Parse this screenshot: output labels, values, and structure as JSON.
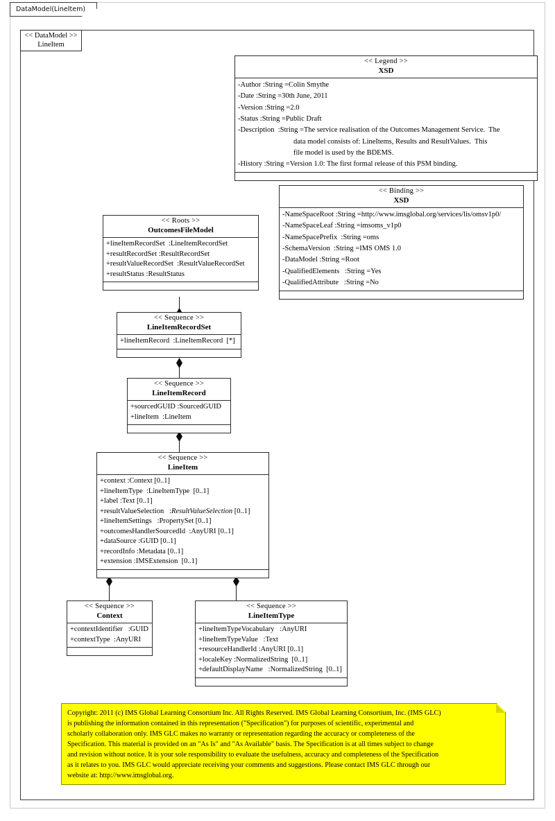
{
  "frame": {
    "tab_label": "DataModel(LineItem)",
    "datamodel": {
      "stereotype": "<< DataModel >>",
      "name": "LineItem"
    }
  },
  "classes": [
    {
      "id": "legend",
      "stereotype": "<< Legend >>",
      "name": "XSD",
      "attributes": [
        "-Author :String =Colin Smythe",
        "-Date :String =30th June, 2011",
        "-Version :String =2.0",
        "-Status :String =Public Draft",
        "-Description  :String =The service realisation of the Outcomes Management Service.  The",
        "data model consists of: LineItems, Results and ResultValues.  This",
        "file model is used by the BDEMS.",
        "-History :String =Version 1.0: The first formal release of this PSM binding."
      ],
      "operations": []
    },
    {
      "id": "binding",
      "stereotype": "<< Binding  >>",
      "name": "XSD",
      "attributes": [
        "-NameSpaceRoot :String =http://www.imsglobal.org/services/lis/omsv1p0/",
        "-NameSpaceLeaf :String =imsoms_v1p0",
        "-NameSpacePrefix  :String =oms",
        "-SchemaVersion  :String =IMS OMS 1.0",
        "-DataModel :String =Root",
        "-QualifiedElements   :String =Yes",
        "-QualifiedAttribute   :String =No"
      ],
      "operations": []
    },
    {
      "id": "roots",
      "stereotype": "<< Roots >>",
      "name": "OutcomesFileModel",
      "attributes": [
        "+lineItemRecordSet  :LineItemRecordSet",
        "+resultRecordSet :ResultRecordSet",
        "+resultValueRecordSet  :ResultValueRecordSet",
        "+resultStatus :ResultStatus"
      ],
      "operations": []
    },
    {
      "id": "lineItemRecordSet",
      "stereotype": "<< Sequence >>",
      "name": "LineItemRecordSet",
      "attributes": [
        "+lineItemRecord  :LineItemRecord  [*]"
      ],
      "operations": []
    },
    {
      "id": "lineItemRecord",
      "stereotype": "<< Sequence >>",
      "name": "LineItemRecord",
      "attributes": [
        "+sourcedGUID :SourcedGUID",
        "+lineItem  :LineItem"
      ],
      "operations": []
    },
    {
      "id": "lineItem",
      "stereotype": "<< Sequence >>",
      "name": "LineItem",
      "attributes": [
        "+context :Context [0..1]",
        "+lineItemType  :LineItemType  [0..1]",
        "+label :Text [0..1]",
        "+resultValueSelection   :ResultValueSelection [0..1]",
        "+lineItemSettings   :PropertySet [0..1]",
        "+outcomesHandlerSourcedId  :AnyURI [0..1]",
        "+dataSource :GUID [0..1]",
        "+recordInfo :Metadata [0..1]",
        "+extension :IMSExtension  [0..1]"
      ],
      "operations": []
    },
    {
      "id": "context",
      "stereotype": "<< Sequence >>",
      "name": "Context",
      "attributes": [
        "+contextIdentifier   :GUID",
        "+contextType  :AnyURI"
      ],
      "operations": []
    },
    {
      "id": "lineItemType",
      "stereotype": "<< Sequence >>",
      "name": "LineItemType",
      "attributes": [
        "+lineItemTypeVocabulary   :AnyURI",
        "+lineItemTypeValue   :Text",
        "+resourceHandlerId :AnyURI [0..1]",
        "+localeKey :NormalizedString  [0..1]",
        "+defaultDisplayName   :NormalizedString  [0..1]"
      ],
      "operations": []
    }
  ],
  "note": {
    "lines": [
      "Copyright: 2011 (c) IMS Global Learning Consortium Inc.  All Rights Reserved.  IMS Global Learning Consortium, Inc. (IMS GLC)",
      "is publishing the information contained in this representation (\"Specification\") for purposes of scientific, experimental and",
      "scholarly collaboration only.  IMS GLC makes no warranty or representation regarding  the accuracy or completeness of the",
      "Specification.  This material is provided on an \"As Is\" and \"As Available\" basis.  The Specification is at all times subject to change",
      "and revision without notice.  It is your sole responsibility to evaluate the usefulness, accuracy and completeness of the Specification",
      "as it relates to you.  IMS GLC would appreciate receiving your comments and suggestions.  Please contact IMS GLC through our",
      "website at: http://www.imsglobal.org."
    ]
  },
  "colors": {
    "note_background": "#ffff00",
    "line": "#1a1a1a",
    "box_border": "#2b2b2b",
    "frame_border": "#3a3a3a"
  }
}
